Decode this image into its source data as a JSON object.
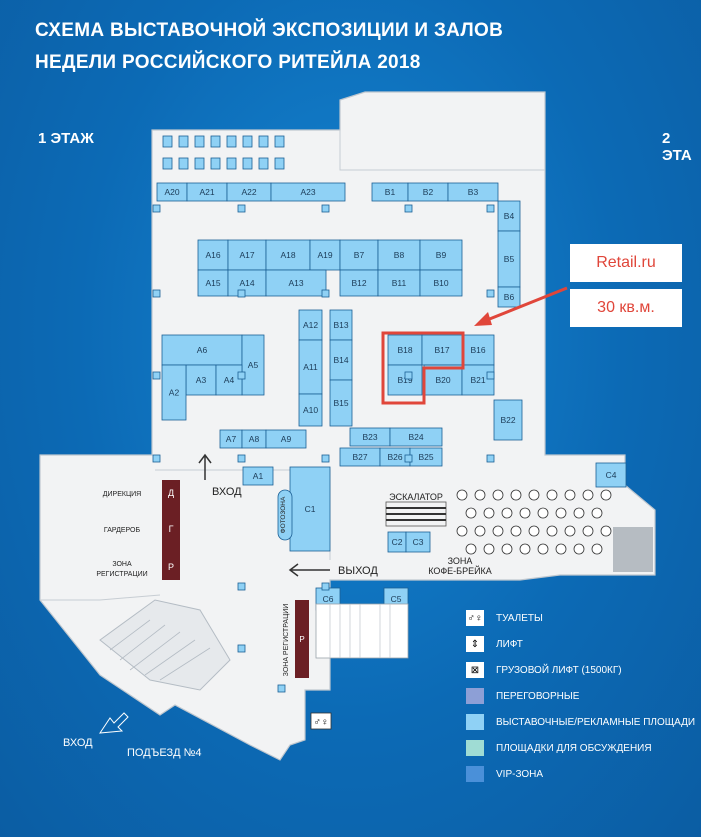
{
  "header": {
    "title_line1": "СХЕМА ВЫСТАВОЧНОЙ ЭКСПОЗИЦИИ И ЗАЛОВ",
    "title_line2": "НЕДЕЛИ РОССИЙСКОГО РИТЕЙЛА 2018"
  },
  "floors": {
    "floor1": "1 ЭТАЖ",
    "floor2": "2 ЭТА"
  },
  "map_labels": {
    "entrance_in": "ВХОД",
    "exit": "ВЫХОД",
    "escalator": "ЭСКАЛАТОР",
    "coffee_zone": "ЗОНА",
    "coffee_break": "КОФЕ-БРЕЙКА",
    "directorate": "ДИРЕКЦИЯ",
    "wardrobe": "ГАРДЕРОБ",
    "registration_1": "ЗОНА",
    "registration_2": "РЕГИСТРАЦИИ",
    "registration_vertical": "ЗОНА РЕГИСТРАЦИИ",
    "photo_zone": "ФОТОЗОНА",
    "entrance_bottom": "ВХОД",
    "gate": "ПОДЪЕЗД №4",
    "letter_d": "Д",
    "letter_g": "Г",
    "letter_r": "Р",
    "letter_r2": "Р"
  },
  "booths": [
    "A20",
    "A21",
    "A22",
    "A23",
    "B1",
    "B2",
    "B3",
    "B4",
    "B5",
    "B6",
    "A16",
    "A17",
    "A18",
    "A19",
    "B7",
    "B8",
    "B9",
    "A15",
    "A14",
    "A13",
    "B12",
    "B11",
    "B10",
    "A12",
    "B13",
    "A11",
    "B14",
    "A10",
    "B15",
    "A6",
    "A5",
    "A3",
    "A4",
    "A2",
    "A7",
    "A8",
    "A9",
    "B18",
    "B17",
    "B16",
    "B19",
    "B20",
    "B21",
    "B22",
    "B23",
    "B24",
    "B27",
    "B26",
    "B25",
    "A1",
    "C1",
    "C2",
    "C3",
    "C4",
    "C5",
    "C6"
  ],
  "callout": {
    "company": "Retail.ru",
    "area": "30 кв.м."
  },
  "legend": [
    {
      "icon": "toilet-icon",
      "label": "ТУАЛЕТЫ"
    },
    {
      "icon": "elevator-icon",
      "label": "ЛИФТ"
    },
    {
      "icon": "freight-elevator-icon",
      "label": "ГРУЗОВОЙ ЛИФТ (1500КГ)"
    },
    {
      "icon": "meeting-swatch",
      "label": "ПЕРЕГОВОРНЫЕ",
      "color": "#8d9fd6"
    },
    {
      "icon": "exhibit-swatch",
      "label": "ВЫСТАВОЧНЫЕ/РЕКЛАМНЫЕ ПЛОЩАДИ",
      "color": "#8fd1f5"
    },
    {
      "icon": "discussion-swatch",
      "label": "ПЛОЩАДКИ ДЛЯ ОБСУЖДЕНИЯ",
      "color": "#9fdcd4"
    },
    {
      "icon": "vip-swatch",
      "label": "VIP-ЗОНА",
      "color": "#4a90d9"
    }
  ],
  "colors": {
    "background": "#0c6ab5",
    "floor": "#f2f3f4",
    "booth": "#8fd1f5",
    "highlight": "#e0463a"
  }
}
